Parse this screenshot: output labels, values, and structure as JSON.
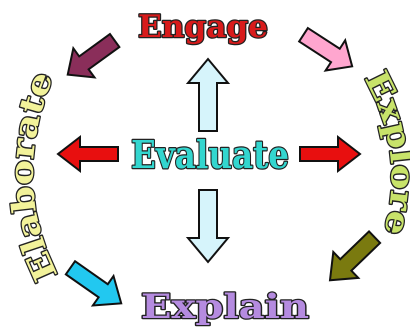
{
  "diagram": {
    "center": {
      "text": "Evaluate",
      "color": "#33d6cf"
    },
    "phases": [
      {
        "id": "engage",
        "text": "Engage",
        "color": "#d81b1b"
      },
      {
        "id": "explore",
        "text": "Explore",
        "color": "#c8e36a"
      },
      {
        "id": "explain",
        "text": "Explain",
        "color": "#b58be0"
      },
      {
        "id": "elaborate",
        "text": "Elaborate",
        "color": "#f2f29a"
      }
    ],
    "arrow_colors": {
      "engage_to_explore": "#ffa6cf",
      "explore_to_explain": "#7a7a0f",
      "elaborate_to_explain": "#22c8f0",
      "engage_to_elaborate": "#8a2e5a",
      "center_left": "#e80f0f",
      "center_right": "#e80f0f",
      "center_up": "#d6f4fb",
      "center_down": "#d6f4fb"
    }
  }
}
